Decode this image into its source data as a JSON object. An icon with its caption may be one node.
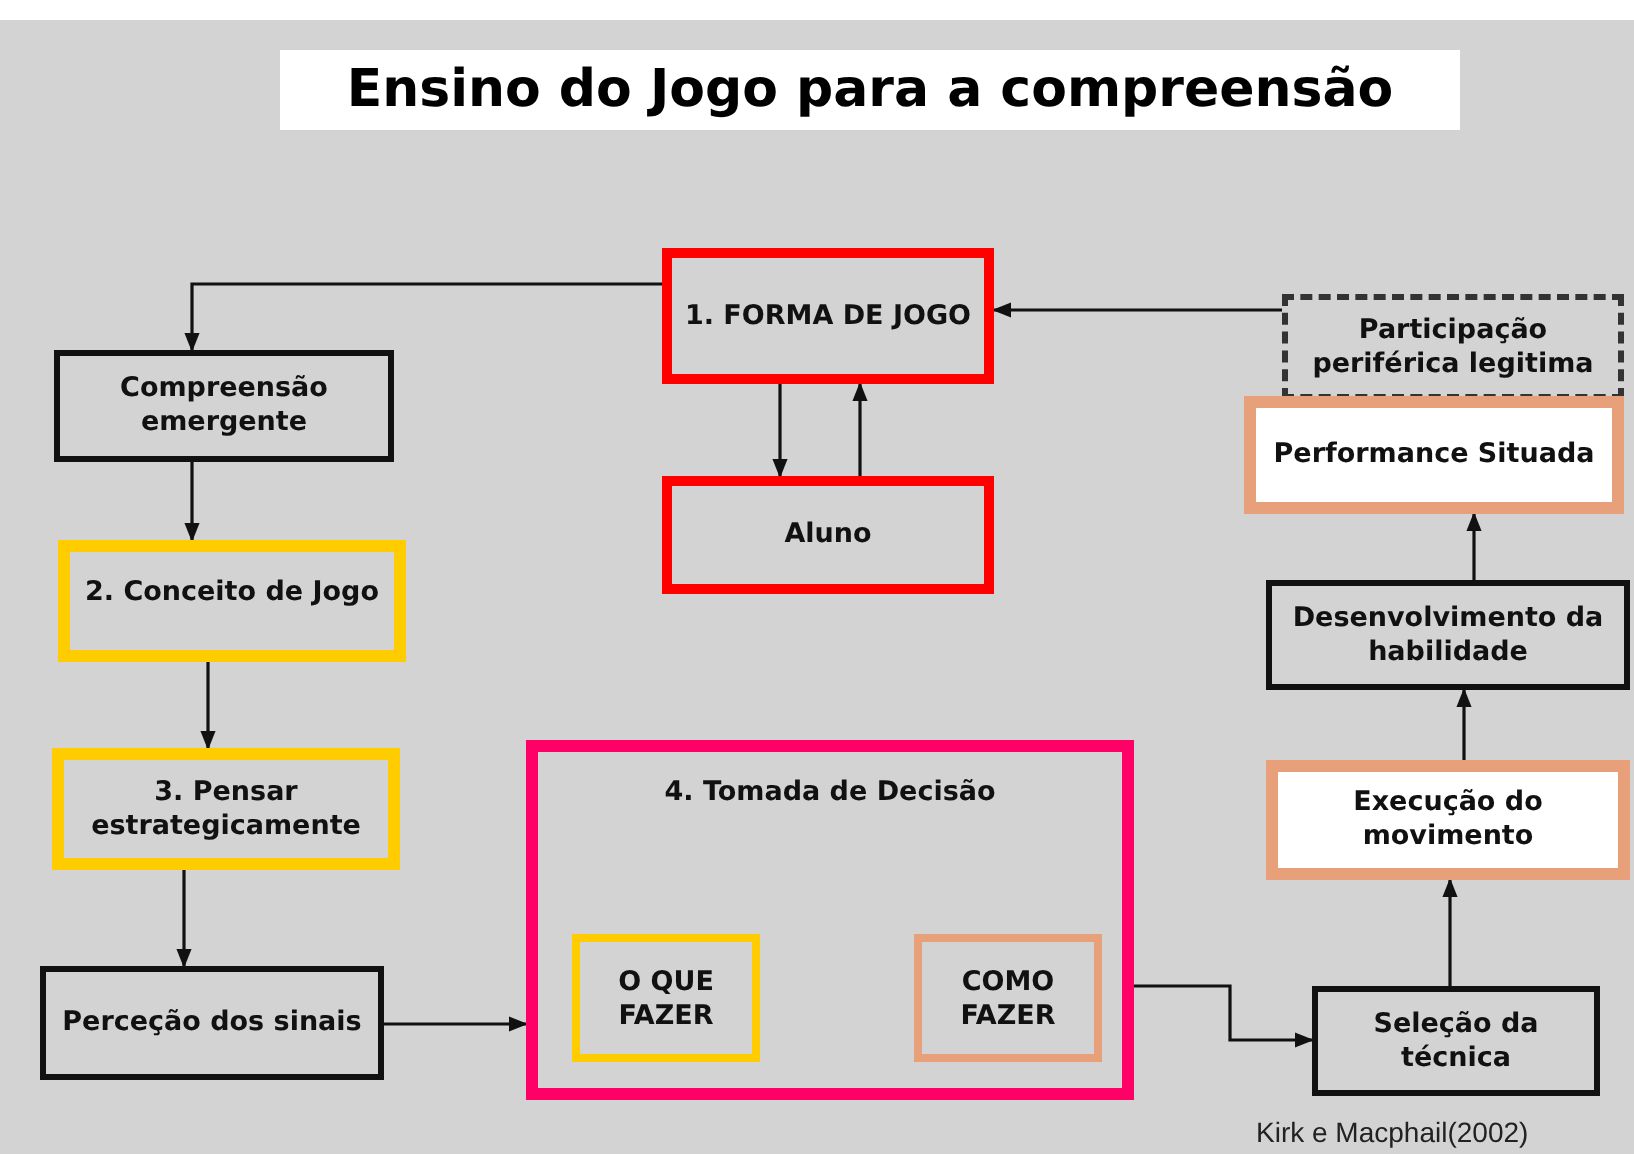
{
  "diagram": {
    "title": "Ensino do Jogo para a compreensão",
    "nodes": [
      {
        "text": [
          "1. FORMA DE JOGO"
        ]
      },
      {
        "text": [
          "Participação periférica legitima"
        ]
      },
      {
        "text": [
          "Compreensão emergente"
        ]
      },
      {
        "text": [
          "Aluno"
        ]
      },
      {
        "text": [
          "Performance Situada"
        ]
      },
      {
        "text": [
          "2. Conceito de Jogo"
        ]
      },
      {
        "text": [
          "Desenvolvimento da habilidade"
        ]
      },
      {
        "text": [
          "3. Pensar estrategicamente"
        ]
      },
      {
        "text": [
          "4. Tomada de Decisão"
        ]
      },
      {
        "text": [
          "O QUE FAZER"
        ],
        "in": 8
      },
      {
        "text": [
          "COMO FAZER"
        ],
        "in": 8
      },
      {
        "text": [
          "Execução do movimento"
        ]
      },
      {
        "text": [
          "Perceção dos sinais"
        ]
      },
      {
        "text": [
          "Seleção da técnica"
        ]
      }
    ],
    "edges": [
      {
        "from": 1,
        "to": 0,
        "arrow": "to"
      },
      {
        "from": 0,
        "to": 2,
        "arrow": "to"
      },
      {
        "from": 0,
        "to": 3,
        "arrow": "to"
      },
      {
        "from": 3,
        "to": 0,
        "arrow": "to"
      },
      {
        "from": 2,
        "to": 5,
        "arrow": "to"
      },
      {
        "from": 5,
        "to": 7,
        "arrow": "to"
      },
      {
        "from": 7,
        "to": 12,
        "arrow": "to"
      },
      {
        "from": 12,
        "to": 8,
        "arrow": "to"
      },
      {
        "from": 8,
        "to": 13,
        "arrow": "to"
      },
      {
        "from": 13,
        "to": 11,
        "arrow": "to"
      },
      {
        "from": 11,
        "to": 6,
        "arrow": "to"
      },
      {
        "from": 6,
        "to": 4,
        "arrow": "to"
      }
    ],
    "labels": [
      "Kirk e Macphail(2002)"
    ]
  }
}
